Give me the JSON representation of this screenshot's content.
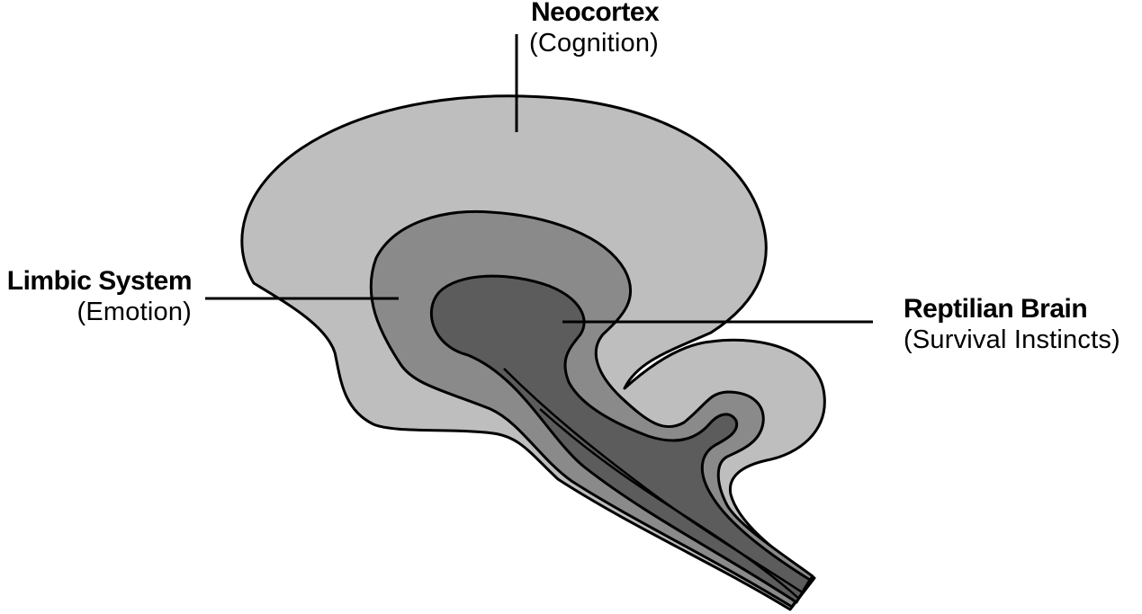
{
  "labels": {
    "neocortex": {
      "title": "Neocortex",
      "subtitle": "(Cognition)"
    },
    "limbic": {
      "title": "Limbic System",
      "subtitle": "(Emotion)"
    },
    "reptilian": {
      "title": "Reptilian Brain",
      "subtitle": "(Survival Instincts)"
    }
  },
  "colors": {
    "neocortex_fill": "#bebebe",
    "limbic_fill": "#8a8a8a",
    "reptilian_fill": "#5c5c5c",
    "outline": "#000000",
    "background": "#ffffff"
  }
}
